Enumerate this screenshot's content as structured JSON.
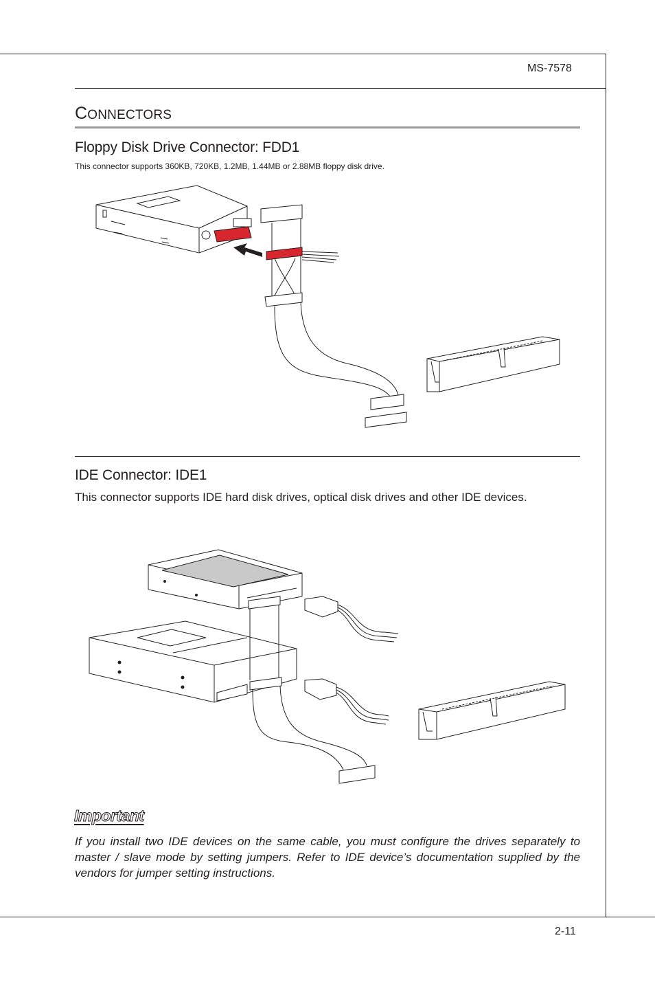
{
  "header": {
    "model": "MS-7578"
  },
  "section": {
    "title_first": "C",
    "title_rest": "ONNECTORS"
  },
  "fdd": {
    "heading": "Floppy Disk Drive Connector: FDD1",
    "description": "This connector supports 360KB, 720KB, 1.2MB, 1.44MB or 2.88MB floppy disk drive."
  },
  "ide": {
    "heading": "IDE Connector: IDE1",
    "description": "This connector supports IDE hard disk drives, optical disk drives and other IDE devices."
  },
  "important": {
    "title": "Important",
    "text": "If you install two IDE devices on the same cable, you must configure the drives separately to master / slave mode by setting jumpers. Refer to IDE device’s documentation supplied by the vendors for jumper setting instructions."
  },
  "footer": {
    "page_number": "2-11"
  },
  "colors": {
    "highlight_red": "#d7262e",
    "rule_gray": "#9b9b9b",
    "text": "#231f20"
  },
  "illustrations": [
    {
      "name": "floppy-drive-illustration"
    },
    {
      "name": "fdd-cable-illustration"
    },
    {
      "name": "fdd-header-illustration"
    },
    {
      "name": "hard-disk-illustration"
    },
    {
      "name": "optical-drive-illustration"
    },
    {
      "name": "ide-cable-illustration"
    },
    {
      "name": "ide-header-illustration"
    }
  ]
}
